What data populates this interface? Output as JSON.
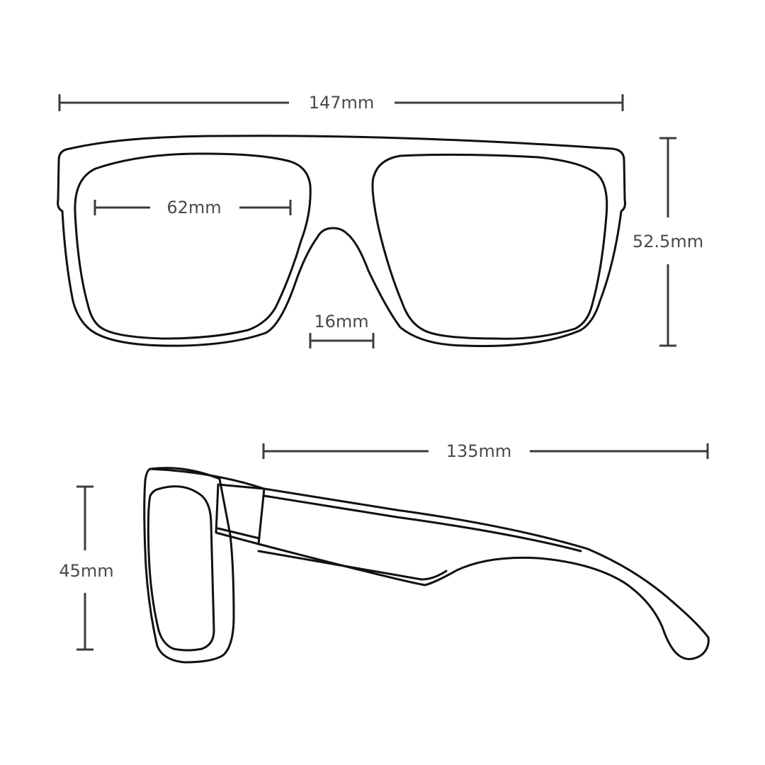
{
  "dimensions": {
    "frame_width": "147mm",
    "lens_width": "62mm",
    "bridge_width": "16mm",
    "frame_height": "52.5mm",
    "temple_length": "135mm",
    "side_height": "45mm"
  },
  "colors": {
    "outline": "#111111",
    "dimension_line": "#3c3c3c",
    "label_text": "#4a4a4a",
    "background": "#ffffff"
  }
}
